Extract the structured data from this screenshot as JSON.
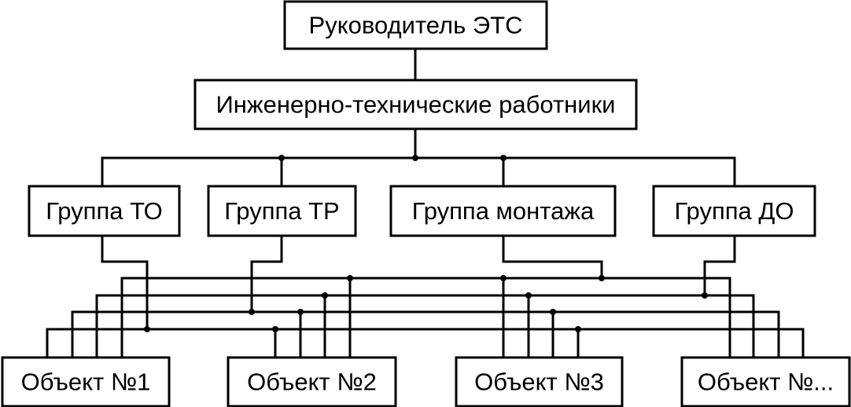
{
  "diagram": {
    "head": "Руководитель ЭТС",
    "engineers": "Инженерно-технические работники",
    "groups": {
      "to": "Группа ТО",
      "tr": "Группа ТР",
      "montage": "Группа монтажа",
      "do": "Группа ДО"
    },
    "objects": {
      "o1": "Объект №1",
      "o2": "Объект №2",
      "o3": "Объект №3",
      "on": "Объект №..."
    }
  }
}
